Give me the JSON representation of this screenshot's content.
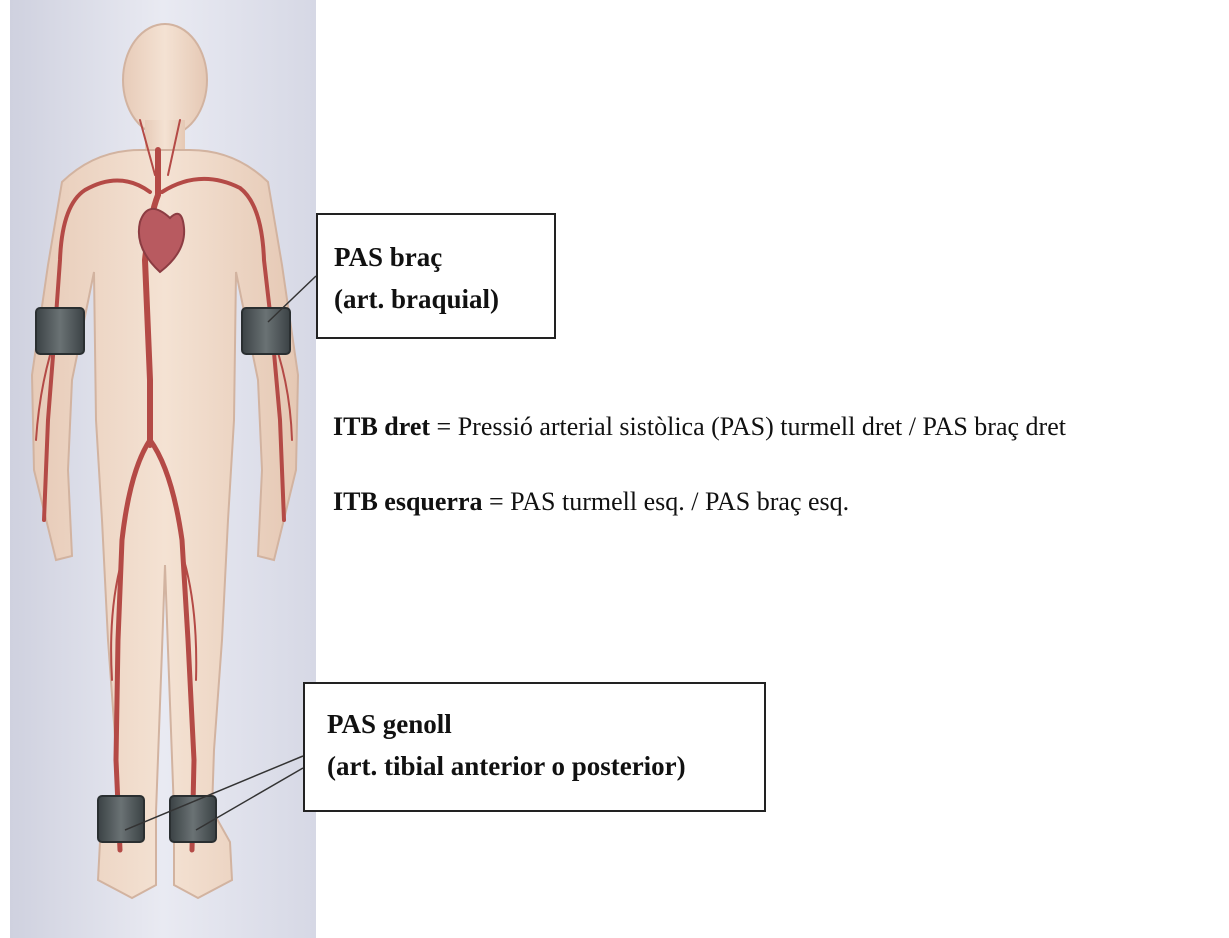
{
  "labels": {
    "arm": {
      "title": "PAS braç",
      "artery": "(art. braquial)"
    },
    "leg": {
      "title": "PAS genoll",
      "artery": "(art. tibial anterior o posterior)"
    }
  },
  "formulas": {
    "right": {
      "term": "ITB dret",
      "expression": "= Pressió arterial sistòlica (PAS) turmell dret / PAS braç dret"
    },
    "left": {
      "term": "ITB esquerra",
      "expression": "= PAS turmell esq. / PAS braç esq."
    }
  },
  "colors": {
    "panel_background": "#e6e7f0",
    "skin": "#f1dccb",
    "artery": "#b44a46",
    "heart": "#b85a60",
    "cuff": "#4c5356"
  }
}
